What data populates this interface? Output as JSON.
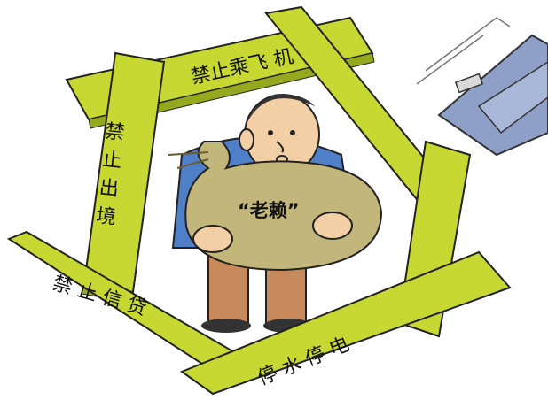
{
  "planks": {
    "top": "禁止乘飞 机",
    "left": "禁止出境",
    "bottom_left": "禁 止 信 贷",
    "bottom": "停 水 停 电"
  },
  "bag_label": "“老赖”",
  "colors": {
    "plank": "#c7d832",
    "plank_shadow": "#94a91e",
    "bag": "#c3b67b",
    "shirt": "#4f7fc6",
    "pants": "#c98a5b",
    "skin": "#f3cfa6",
    "plane": "#8fa0c8"
  }
}
